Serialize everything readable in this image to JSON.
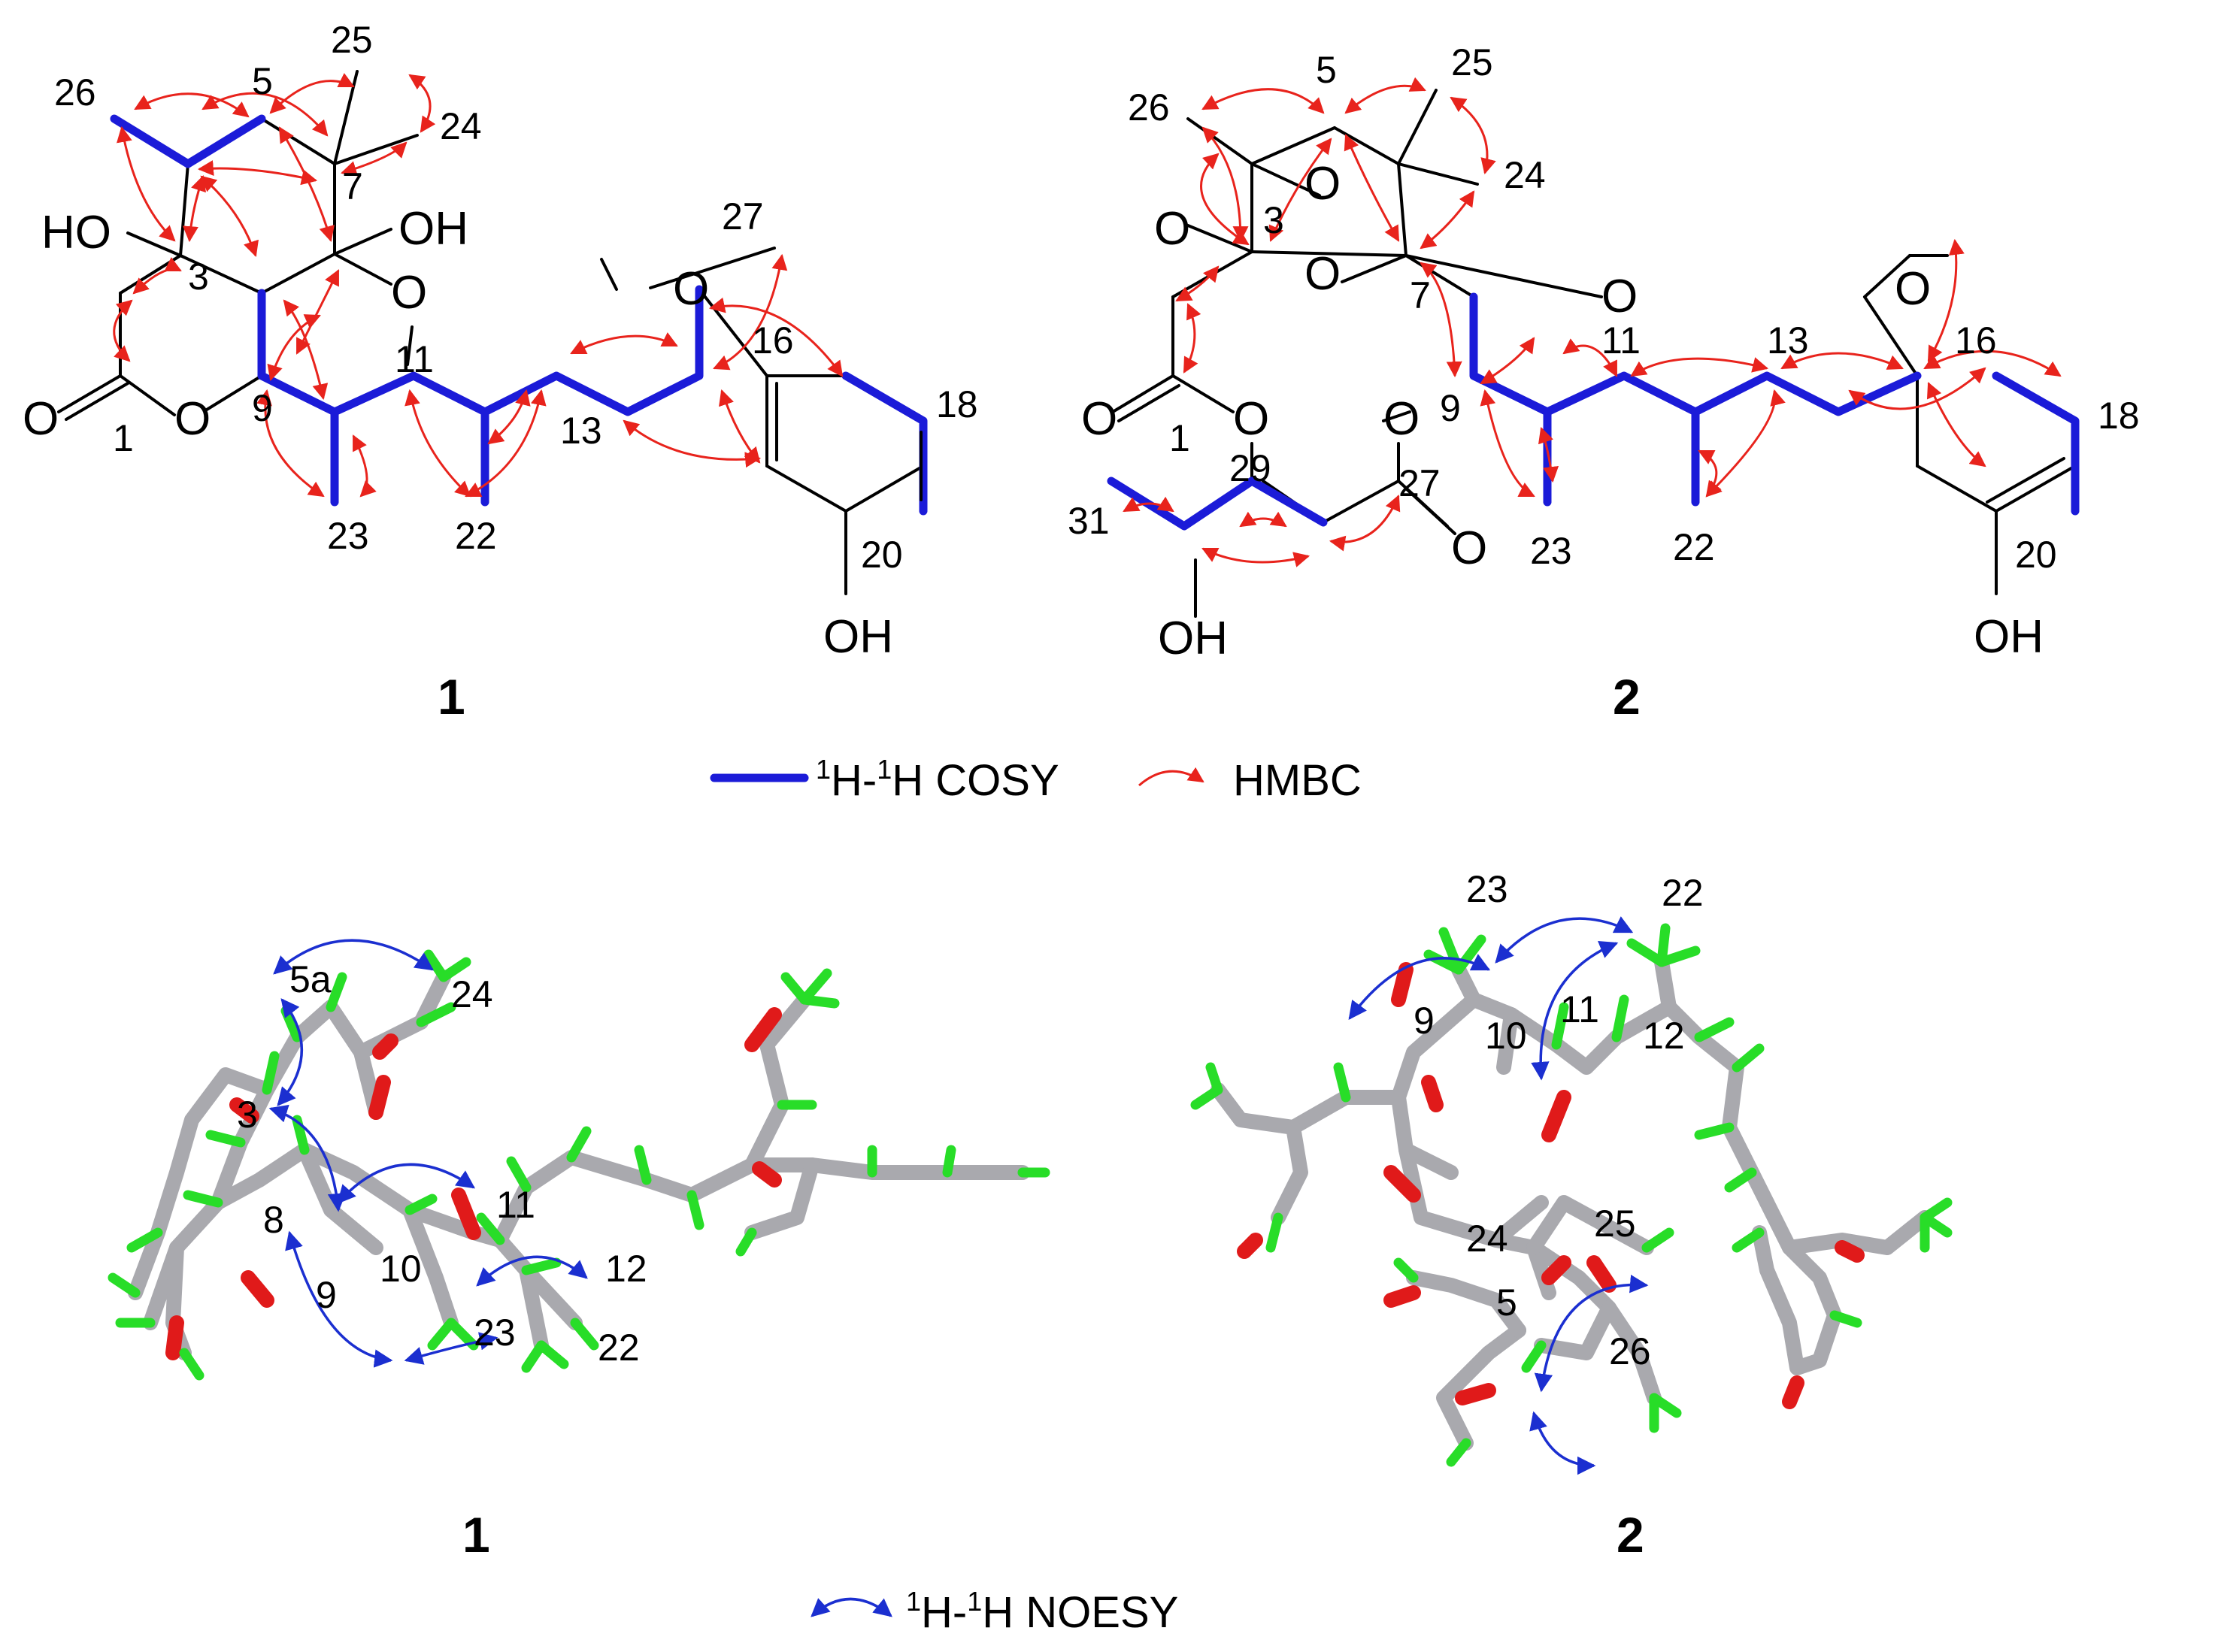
{
  "compound_labels": {
    "c1": "1",
    "c2": "2"
  },
  "structure1": {
    "atom_labels": {
      "ho": "HO",
      "oh": "OH",
      "o_ring": "O",
      "o_lactone": "O",
      "o_carbonyl": "O",
      "o_methoxy": "O",
      "oh_phenol": "OH"
    },
    "numbers": {
      "n26": "26",
      "n5": "5",
      "n25": "25",
      "n24": "24",
      "n7": "7",
      "n27": "27",
      "n3": "3",
      "n11": "11",
      "n9": "9",
      "n16": "16",
      "n1": "1",
      "n13": "13",
      "n18": "18",
      "n23": "23",
      "n22": "22",
      "n20": "20"
    }
  },
  "structure2": {
    "atom_labels": {
      "o_carbonyl3": "O",
      "o_peroxide_a": "O",
      "o_peroxide_b": "O",
      "o_ring": "O",
      "o_ester1": "O",
      "o_carbonyl1": "O",
      "o_ester9": "O",
      "o_carbonyl27": "O",
      "oh_side": "OH",
      "o_methoxy": "O",
      "oh_phenol": "OH"
    },
    "numbers": {
      "n26": "26",
      "n5": "5",
      "n25": "25",
      "n24": "24",
      "n3": "3",
      "n7": "7",
      "n11": "11",
      "n13": "13",
      "n16": "16",
      "n18": "18",
      "n9": "9",
      "n1": "1",
      "n29": "29",
      "n27": "27",
      "n31": "31",
      "n23": "23",
      "n22": "22",
      "n20": "20"
    }
  },
  "legend_top": {
    "cosy_sup1": "1",
    "cosy_h1": "H-",
    "cosy_sup2": "1",
    "cosy_h2": "H COSY",
    "hmbc": "HMBC"
  },
  "model1": {
    "labels": {
      "n5a": "5a",
      "n24": "24",
      "n3": "3",
      "n11": "11",
      "n8": "8",
      "n9": "9",
      "n10": "10",
      "n12": "12",
      "n23": "23",
      "n22": "22"
    }
  },
  "model2": {
    "labels": {
      "n23": "23",
      "n22": "22",
      "n11": "11",
      "n9": "9",
      "n10": "10",
      "n12": "12",
      "n25": "25",
      "n24": "24",
      "n5": "5",
      "n26": "26"
    }
  },
  "legend_bottom": {
    "sup1": "1",
    "h1": "H-",
    "sup2": "1",
    "h2": "H NOESY"
  },
  "colors": {
    "cosy": "#1b1bd8",
    "hmbc": "#e8231c",
    "noesy": "#1b2fd0",
    "carbon": "#a9a9ae",
    "oxygen": "#e01a1a",
    "hydrogen": "#28dd28"
  }
}
